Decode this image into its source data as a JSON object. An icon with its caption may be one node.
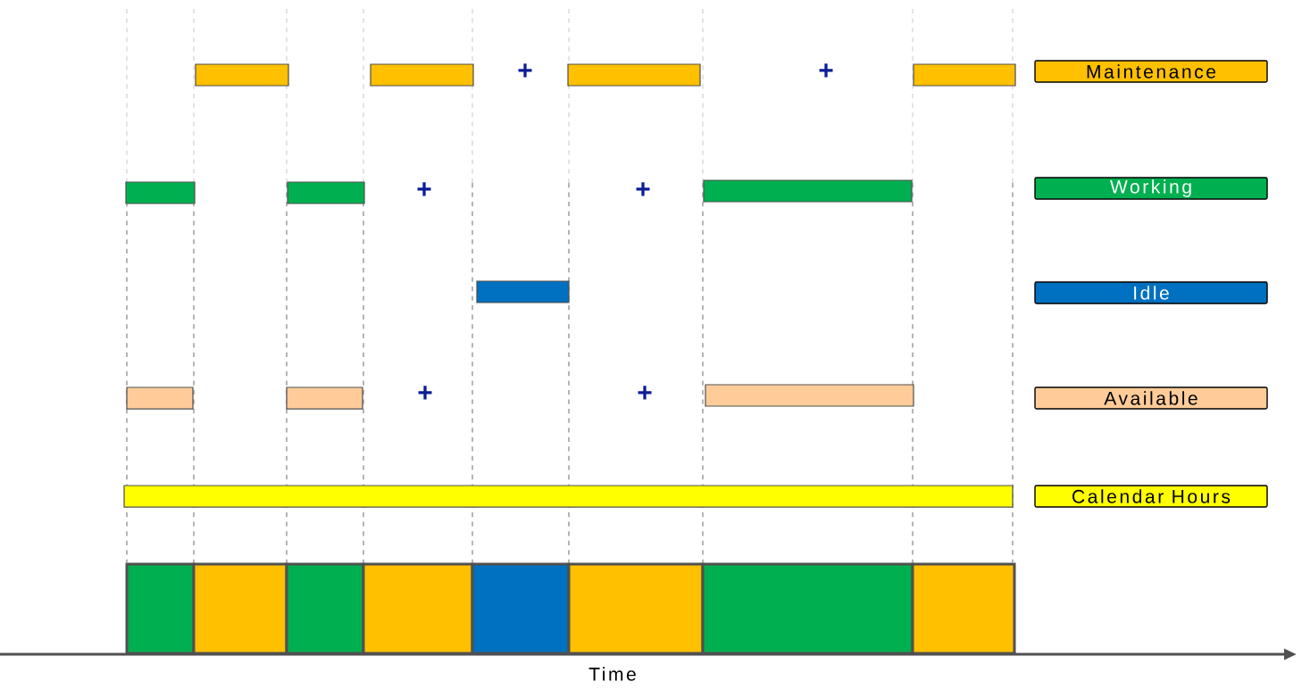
{
  "diagram": {
    "nodes": [
      {
        "text": [
          "Maintenance"
        ]
      },
      {
        "text": [
          "Working"
        ]
      },
      {
        "text": [
          "Idle"
        ]
      },
      {
        "text": [
          "Available"
        ]
      },
      {
        "text": [
          "Calendar Hours"
        ]
      },
      {
        "text": [],
        "shape": "bar"
      },
      {
        "text": [],
        "shape": "bar"
      },
      {
        "text": [],
        "shape": "bar"
      },
      {
        "text": [],
        "shape": "bar"
      },
      {
        "text": [],
        "shape": "bar"
      },
      {
        "text": [],
        "shape": "bar"
      },
      {
        "text": [],
        "shape": "bar"
      },
      {
        "text": [],
        "shape": "bar"
      },
      {
        "text": [],
        "shape": "bar"
      },
      {
        "text": [],
        "shape": "bar"
      },
      {
        "text": [],
        "shape": "bar"
      },
      {
        "text": [],
        "shape": "bar"
      }
    ],
    "labels": [
      "+",
      "+",
      "+",
      "+",
      "+",
      "+",
      "Time"
    ]
  }
}
